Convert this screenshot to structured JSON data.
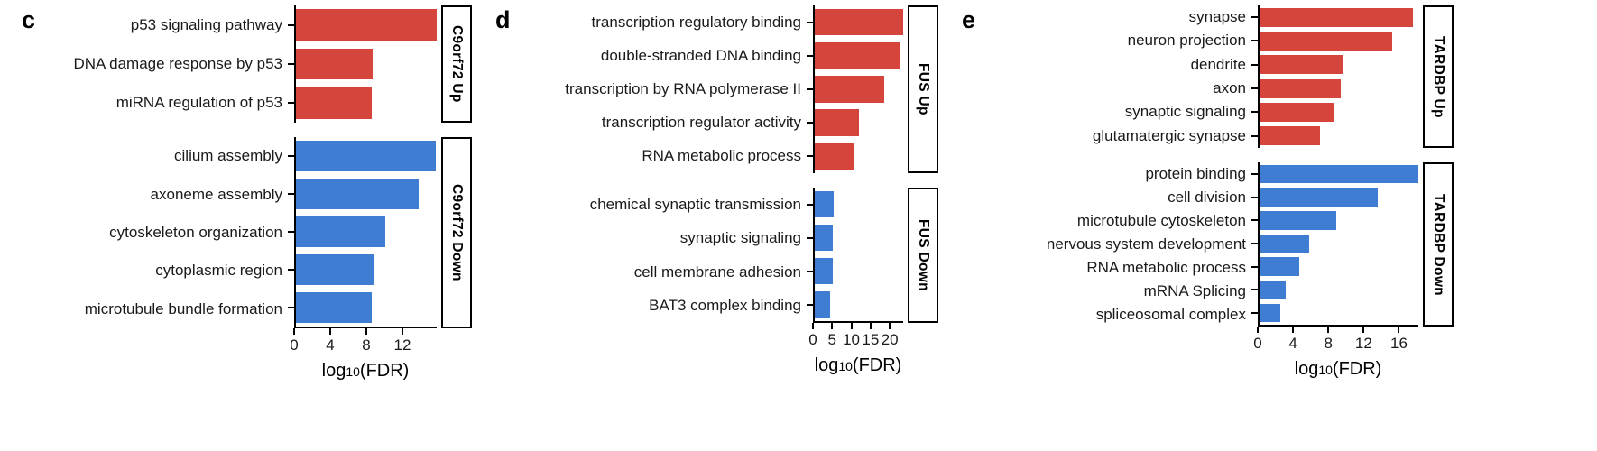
{
  "colors": {
    "up": "#d6453c",
    "down": "#3e7dd1"
  },
  "axis_title": {
    "base": "log",
    "sub": "10",
    "rest": " (FDR)"
  },
  "chart_data": [
    {
      "type": "bar",
      "panel_letter": "c",
      "orientation": "horizontal",
      "xlabel": "log10 (FDR)",
      "x_ticks": [
        0,
        4,
        8,
        12
      ],
      "x_max": 15.8,
      "grid": false,
      "groups": [
        {
          "name": "C9orf72 Up",
          "color_key": "up",
          "categories": [
            "p53 signaling pathway",
            "DNA damage response by p53",
            "miRNA regulation of p53"
          ],
          "values": [
            15.6,
            8.5,
            8.4
          ]
        },
        {
          "name": "C9orf72 Down",
          "color_key": "down",
          "categories": [
            "cilium assembly",
            "axoneme assembly",
            "cytoskeleton organization",
            "cytoplasmic region",
            "microtubule bundle formation"
          ],
          "values": [
            15.5,
            13.6,
            9.9,
            8.6,
            8.4
          ]
        }
      ]
    },
    {
      "type": "bar",
      "panel_letter": "d",
      "orientation": "horizontal",
      "xlabel": "log10 (FDR)",
      "x_ticks": [
        0,
        5,
        10,
        15,
        20
      ],
      "x_max": 23.5,
      "grid": false,
      "groups": [
        {
          "name": "FUS Up",
          "color_key": "up",
          "categories": [
            "transcription regulatory binding",
            "double-stranded DNA binding",
            "transcription by RNA polymerase II",
            "transcription regulator activity",
            "RNA metabolic process"
          ],
          "values": [
            23.0,
            22.0,
            18.0,
            11.5,
            10.0
          ]
        },
        {
          "name": "FUS Down",
          "color_key": "down",
          "categories": [
            "chemical synaptic transmission",
            "synaptic signaling",
            "cell membrane adhesion",
            "BAT3 complex binding"
          ],
          "values": [
            5.0,
            4.6,
            4.6,
            4.1
          ]
        }
      ]
    },
    {
      "type": "bar",
      "panel_letter": "e",
      "orientation": "horizontal",
      "xlabel": "log10 (FDR)",
      "x_ticks": [
        0,
        4,
        8,
        12,
        16
      ],
      "x_max": 18.2,
      "grid": false,
      "groups": [
        {
          "name": "TARDBP Up",
          "color_key": "up",
          "categories": [
            "synapse",
            "neuron projection",
            "dendrite",
            "axon",
            "synaptic signaling",
            "glutamatergic synapse"
          ],
          "values": [
            17.4,
            15.0,
            9.4,
            9.2,
            8.4,
            6.9
          ]
        },
        {
          "name": "TARDBP Down",
          "color_key": "down",
          "categories": [
            "protein binding",
            "cell division",
            "microtubule cytoskeleton",
            "nervous system development",
            "RNA metabolic process",
            "mRNA Splicing",
            "spliceosomal complex"
          ],
          "values": [
            18.0,
            13.4,
            8.7,
            5.6,
            4.5,
            3.0,
            2.4
          ]
        }
      ]
    }
  ]
}
